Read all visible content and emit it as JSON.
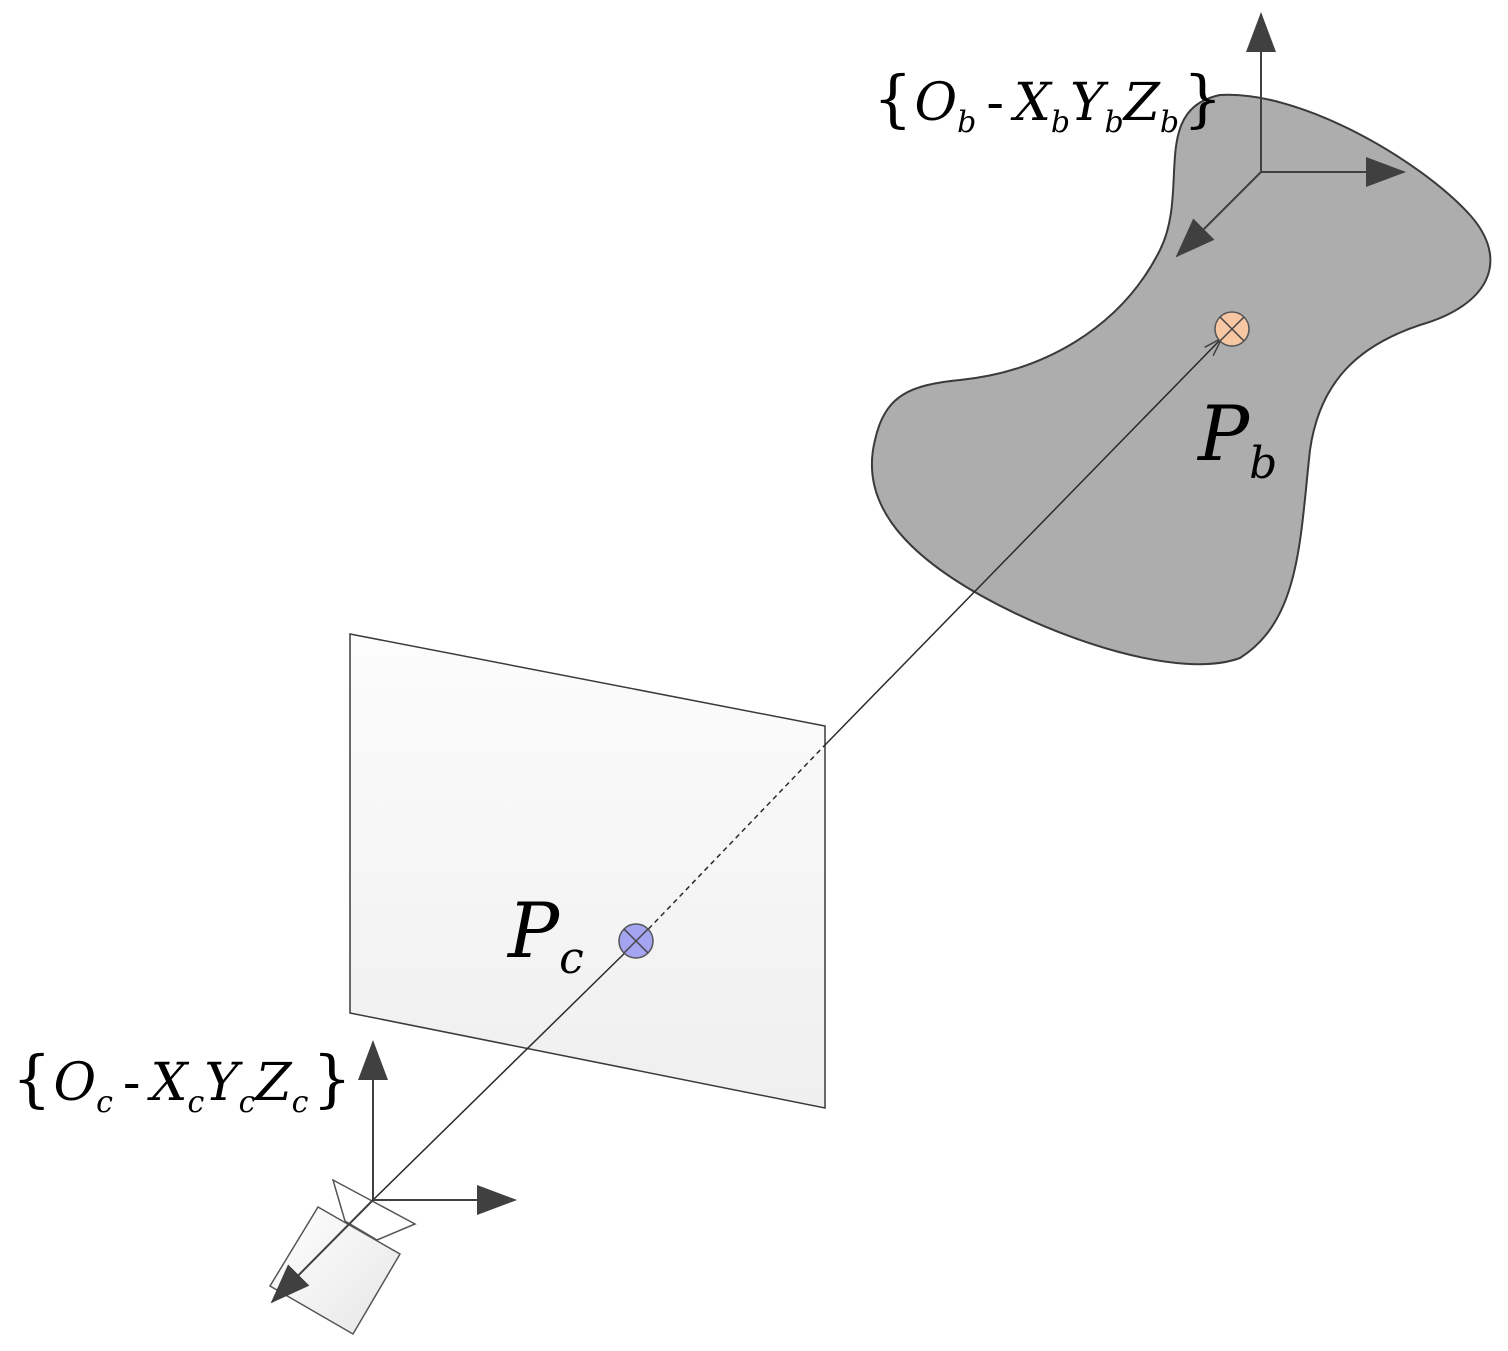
{
  "labels": {
    "body_frame": {
      "brace_open": "{",
      "origin": "O",
      "origin_sub": "b",
      "dash": "-",
      "x": "X",
      "x_sub": "b",
      "y": "Y",
      "y_sub": "b",
      "z": "Z",
      "z_sub": "b",
      "brace_close": "}"
    },
    "camera_frame": {
      "brace_open": "{",
      "origin": "O",
      "origin_sub": "c",
      "dash": "-",
      "x": "X",
      "x_sub": "c",
      "y": "Y",
      "y_sub": "c",
      "z": "Z",
      "z_sub": "c",
      "brace_close": "}"
    },
    "point_body": {
      "letter": "P",
      "sub": "b"
    },
    "point_camera": {
      "letter": "P",
      "sub": "c"
    }
  },
  "colors": {
    "body_fill": "#adadad",
    "body_stroke": "#3a3a3a",
    "image_plane_fill": "#f5f5f5",
    "point_body_fill": "#f7c7a4",
    "point_camera_fill": "#a4a4f0",
    "axis_color": "#404040",
    "ray_color": "#2a2a2a"
  },
  "icons": {
    "point_marker": "circled-times-icon",
    "camera": "camera-icon"
  }
}
